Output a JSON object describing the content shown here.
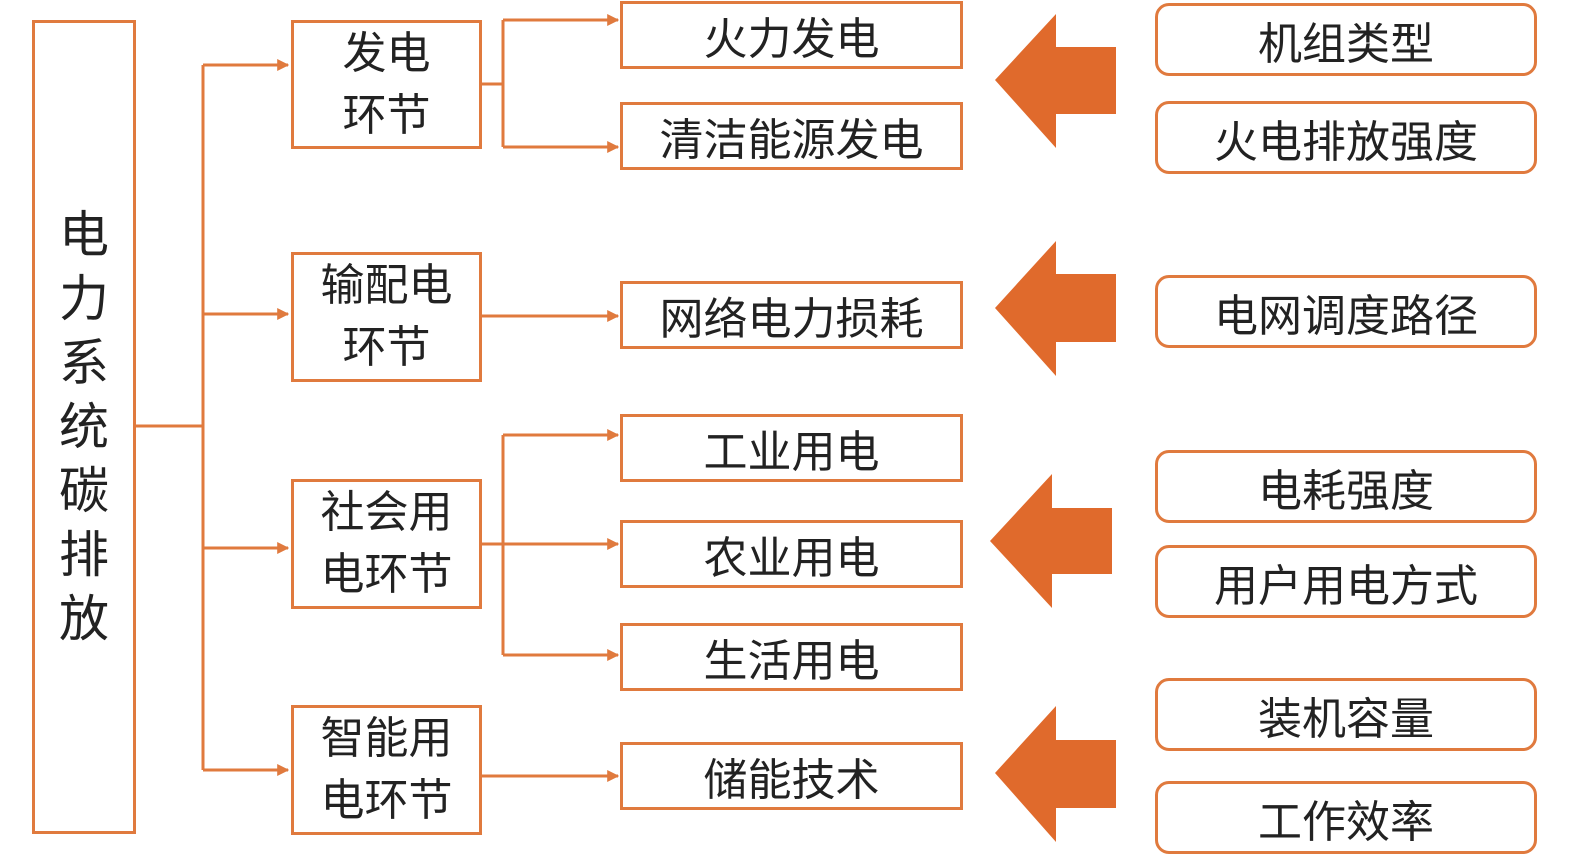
{
  "root": {
    "label": "电力系统碳排放"
  },
  "stages": [
    {
      "label_line1": "发电",
      "label_line2": "环节",
      "items": [
        "火力发电",
        "清洁能源发电"
      ],
      "factors": [
        "机组类型",
        "火电排放强度"
      ]
    },
    {
      "label_line1": "输配电",
      "label_line2": "环节",
      "items": [
        "网络电力损耗"
      ],
      "factors": [
        "电网调度路径"
      ]
    },
    {
      "label_line1": "社会用",
      "label_line2": "电环节",
      "items": [
        "工业用电",
        "农业用电",
        "生活用电"
      ],
      "factors": [
        "电耗强度",
        "用户用电方式"
      ]
    },
    {
      "label_line1": "智能用",
      "label_line2": "电环节",
      "items": [
        "储能技术"
      ],
      "factors": [
        "装机容量",
        "工作效率"
      ]
    }
  ],
  "colors": {
    "accent": "#e07a3e",
    "arrow_fill": "#e06a2c",
    "text": "#222222"
  }
}
